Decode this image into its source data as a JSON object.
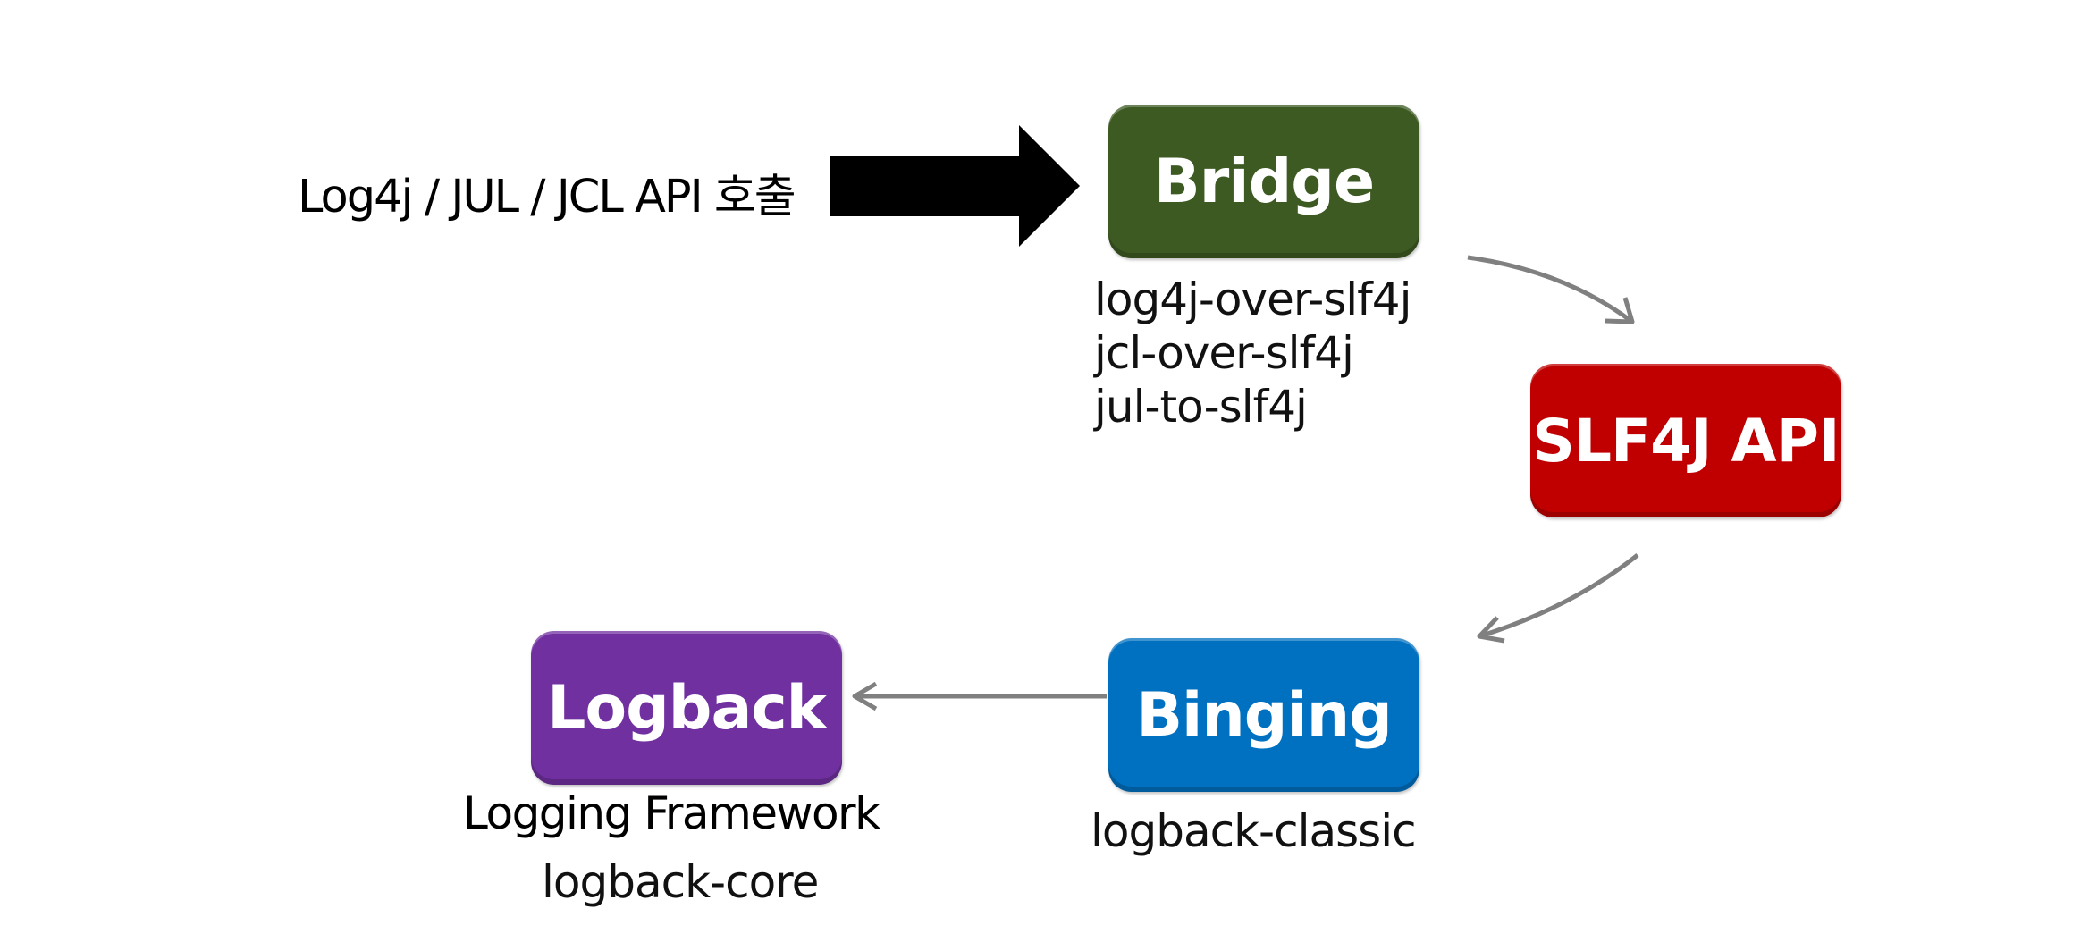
{
  "caller": {
    "label": "Log4j / JUL / JCL API 호출"
  },
  "nodes": {
    "bridge": {
      "title": "Bridge",
      "color": "#3d5a23",
      "jars": [
        "log4j-over-slf4j",
        "jcl-over-slf4j",
        "jul-to-slf4j"
      ]
    },
    "slf4j": {
      "title": "SLF4J API",
      "color": "#c00000"
    },
    "binding": {
      "title": "Binging",
      "color": "#0070c0",
      "jar": "logback-classic"
    },
    "logback": {
      "title": "Logback",
      "color": "#7030a0",
      "subtitle": "Logging Framework",
      "jar": "logback-core"
    }
  },
  "colors": {
    "arrow_main": "#000000",
    "arrow_connector": "#808080"
  }
}
